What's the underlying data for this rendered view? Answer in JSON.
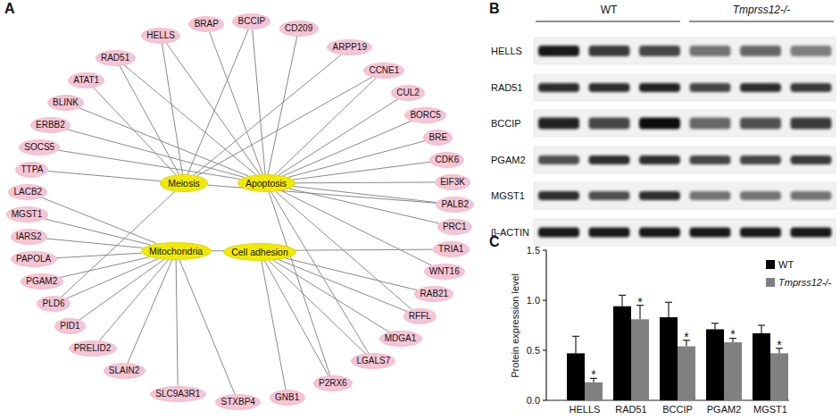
{
  "diagram": {
    "nodes": [
      {
        "text": [
          "HELLS"
        ]
      },
      {
        "text": [
          "BRAP"
        ]
      },
      {
        "text": [
          "BCCIP"
        ]
      },
      {
        "text": [
          "CD209"
        ]
      },
      {
        "text": [
          "ARPP19"
        ]
      },
      {
        "text": [
          "CCNE1"
        ]
      },
      {
        "text": [
          "CUL2"
        ]
      },
      {
        "text": [
          "BORC5"
        ]
      },
      {
        "text": [
          "BRE"
        ]
      },
      {
        "text": [
          "CDK6"
        ]
      },
      {
        "text": [
          "EIF3K"
        ]
      },
      {
        "text": [
          "PALB2"
        ]
      },
      {
        "text": [
          "PRC1"
        ]
      },
      {
        "text": [
          "TRIA1"
        ]
      },
      {
        "text": [
          "WNT16"
        ]
      },
      {
        "text": [
          "RAB21"
        ]
      },
      {
        "text": [
          "RFFL"
        ]
      },
      {
        "text": [
          "MDGA1"
        ]
      },
      {
        "text": [
          "LGALS7"
        ]
      },
      {
        "text": [
          "P2RX6"
        ]
      },
      {
        "text": [
          "GNB1"
        ]
      },
      {
        "text": [
          "STXBP4"
        ]
      },
      {
        "text": [
          "SLC9A3R1"
        ]
      },
      {
        "text": [
          "SLAIN2"
        ]
      },
      {
        "text": [
          "PRELID2"
        ]
      },
      {
        "text": [
          "PID1"
        ]
      },
      {
        "text": [
          "PLD6"
        ]
      },
      {
        "text": [
          "PGAM2"
        ]
      },
      {
        "text": [
          "PAPOLA"
        ]
      },
      {
        "text": [
          "IARS2"
        ]
      },
      {
        "text": [
          "MGST1"
        ]
      },
      {
        "text": [
          "LACB2"
        ]
      },
      {
        "text": [
          "TTPA"
        ]
      },
      {
        "text": [
          "SOCS5"
        ]
      },
      {
        "text": [
          "ERBB2"
        ]
      },
      {
        "text": [
          "BLINK"
        ]
      },
      {
        "text": [
          "ATAT1"
        ]
      },
      {
        "text": [
          "RAD51"
        ]
      },
      {
        "text": [
          "Meiosis"
        ]
      },
      {
        "text": [
          "Apoptosis"
        ]
      },
      {
        "text": [
          "Mitochondria"
        ]
      },
      {
        "text": [
          "Cell adhesion"
        ]
      }
    ],
    "edges": [
      {
        "from": 0,
        "to": 38,
        "arrow": "none"
      },
      {
        "from": 0,
        "to": 39,
        "arrow": "none"
      },
      {
        "from": 1,
        "to": 39,
        "arrow": "none"
      },
      {
        "from": 2,
        "to": 39,
        "arrow": "none"
      },
      {
        "from": 2,
        "to": 38,
        "arrow": "none"
      },
      {
        "from": 3,
        "to": 39,
        "arrow": "none"
      },
      {
        "from": 4,
        "to": 38,
        "arrow": "none"
      },
      {
        "from": 5,
        "to": 39,
        "arrow": "none"
      },
      {
        "from": 5,
        "to": 38,
        "arrow": "none"
      },
      {
        "from": 6,
        "to": 39,
        "arrow": "none"
      },
      {
        "from": 7,
        "to": 39,
        "arrow": "none"
      },
      {
        "from": 8,
        "to": 39,
        "arrow": "none"
      },
      {
        "from": 9,
        "to": 39,
        "arrow": "none"
      },
      {
        "from": 10,
        "to": 39,
        "arrow": "none"
      },
      {
        "from": 11,
        "to": 39,
        "arrow": "none"
      },
      {
        "from": 11,
        "to": 38,
        "arrow": "none"
      },
      {
        "from": 12,
        "to": 39,
        "arrow": "none"
      },
      {
        "from": 13,
        "to": 40,
        "arrow": "none"
      },
      {
        "from": 14,
        "to": 39,
        "arrow": "none"
      },
      {
        "from": 15,
        "to": 41,
        "arrow": "none"
      },
      {
        "from": 16,
        "to": 39,
        "arrow": "none"
      },
      {
        "from": 16,
        "to": 41,
        "arrow": "none"
      },
      {
        "from": 17,
        "to": 41,
        "arrow": "none"
      },
      {
        "from": 18,
        "to": 39,
        "arrow": "none"
      },
      {
        "from": 18,
        "to": 41,
        "arrow": "none"
      },
      {
        "from": 19,
        "to": 39,
        "arrow": "none"
      },
      {
        "from": 19,
        "to": 41,
        "arrow": "none"
      },
      {
        "from": 20,
        "to": 41,
        "arrow": "none"
      },
      {
        "from": 21,
        "to": 40,
        "arrow": "none"
      },
      {
        "from": 22,
        "to": 40,
        "arrow": "none"
      },
      {
        "from": 23,
        "to": 40,
        "arrow": "none"
      },
      {
        "from": 24,
        "to": 40,
        "arrow": "none"
      },
      {
        "from": 25,
        "to": 40,
        "arrow": "none"
      },
      {
        "from": 26,
        "to": 40,
        "arrow": "none"
      },
      {
        "from": 26,
        "to": 38,
        "arrow": "none"
      },
      {
        "from": 27,
        "to": 40,
        "arrow": "none"
      },
      {
        "from": 28,
        "to": 40,
        "arrow": "none"
      },
      {
        "from": 29,
        "to": 40,
        "arrow": "none"
      },
      {
        "from": 30,
        "to": 40,
        "arrow": "none"
      },
      {
        "from": 31,
        "to": 40,
        "arrow": "none"
      },
      {
        "from": 32,
        "to": 38,
        "arrow": "none"
      },
      {
        "from": 33,
        "to": 39,
        "arrow": "none"
      },
      {
        "from": 34,
        "to": 39,
        "arrow": "none"
      },
      {
        "from": 35,
        "to": 39,
        "arrow": "none"
      },
      {
        "from": 36,
        "to": 38,
        "arrow": "none"
      },
      {
        "from": 37,
        "to": 38,
        "arrow": "none"
      },
      {
        "from": 37,
        "to": 39,
        "arrow": "none"
      }
    ],
    "labels": [
      "A",
      "B",
      "WT",
      "Tmprss12-/-",
      "HELLS",
      "RAD51",
      "BCCIP",
      "PGAM2",
      "MGST1",
      "β-ACTIN",
      "C",
      "Protein expression level",
      "1.5",
      "1.0",
      "0.5",
      "0.0",
      "HELLS",
      "RAD51",
      "BCCIP",
      "PGAM2",
      "MGST1",
      "*",
      "*",
      "*",
      "*",
      "*"
    ],
    "legend": [
      {
        "text": "WT",
        "color": "#000000"
      },
      {
        "text": "Tmprss12-/-",
        "color": "#808080"
      }
    ]
  }
}
